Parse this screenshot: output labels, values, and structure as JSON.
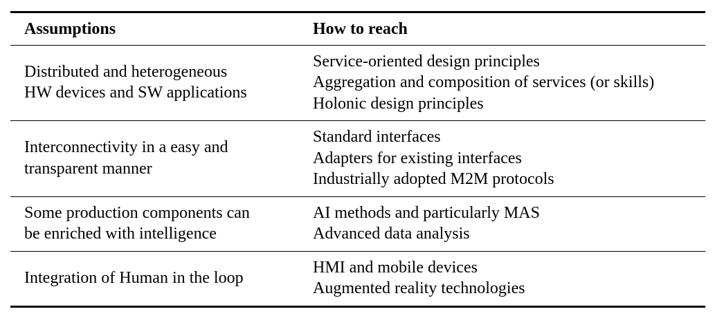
{
  "table": {
    "headers": {
      "assumptions": "Assumptions",
      "how_to_reach": "How to reach"
    },
    "rows": [
      {
        "assumption": [
          "Distributed and heterogeneous",
          "HW devices and SW applications"
        ],
        "how": [
          "Service-oriented design principles",
          "Aggregation and composition of services (or skills)",
          "Holonic design principles"
        ]
      },
      {
        "assumption": [
          "Interconnectivity in a easy and",
          "transparent manner"
        ],
        "how": [
          "Standard interfaces",
          "Adapters for existing interfaces",
          "Industrially adopted M2M protocols"
        ]
      },
      {
        "assumption": [
          "Some production components can",
          "be enriched with intelligence"
        ],
        "how": [
          "AI methods and particularly MAS",
          "Advanced data analysis"
        ]
      },
      {
        "assumption": [
          "Integration of Human in the loop"
        ],
        "how": [
          "HMI and mobile devices",
          "Augmented reality technologies"
        ]
      }
    ]
  }
}
